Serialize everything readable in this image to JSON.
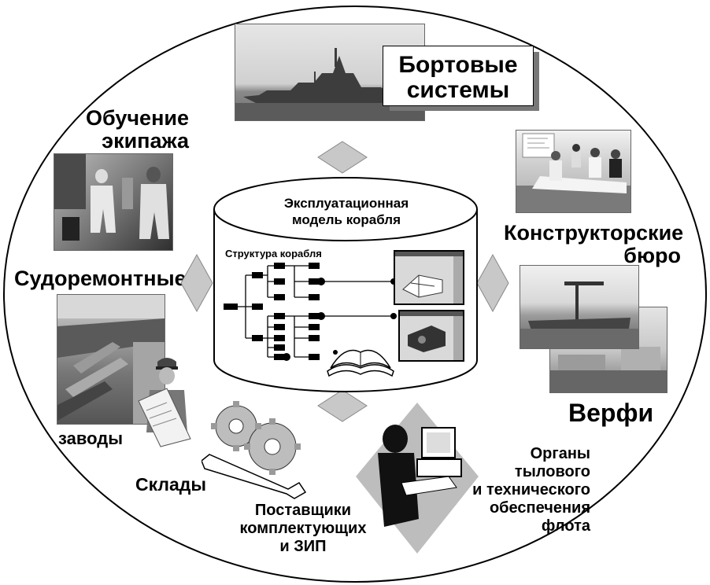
{
  "center": {
    "title_line1": "Эксплуатационная",
    "title_line2": "модель корабля",
    "structure_title": "Структура корабля"
  },
  "nodes": {
    "onboard_systems": {
      "line1": "Бортовые",
      "line2": "системы"
    },
    "crew_training": {
      "line1": "Обучение",
      "line2": "экипажа"
    },
    "design_bureaus": {
      "line1": "Конструкторские",
      "line2": "бюро"
    },
    "repair_plants": {
      "line1": "Судоремонтные",
      "line2": "заводы"
    },
    "shipyards": {
      "label": "Верфи"
    },
    "warehouses": {
      "label": "Склады"
    },
    "suppliers": {
      "line1": "Поставщики",
      "line2": "комплектующих",
      "line3": "и ЗИП"
    },
    "logistics": {
      "line1": "Органы",
      "line2": "тылового",
      "line3": "и технического",
      "line4": "обеспечения",
      "line5": "флота"
    }
  }
}
